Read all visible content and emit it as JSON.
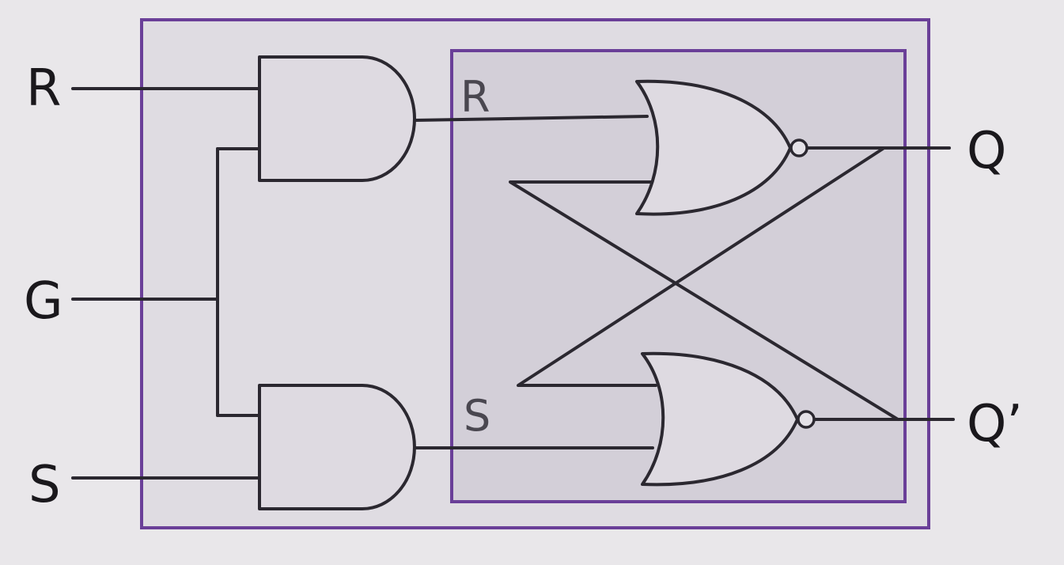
{
  "colors": {
    "background": "#e9e7ea",
    "outer_box_fill": "#dfdce2",
    "inner_box_fill": "#d3cfd8",
    "box_border": "#6a3f98",
    "wire": "#2b2830"
  },
  "labels": {
    "input_r": "R",
    "input_g": "G",
    "input_s": "S",
    "inner_r": "R",
    "inner_s": "S",
    "output_q": "Q",
    "output_q_bar": "Q’"
  }
}
